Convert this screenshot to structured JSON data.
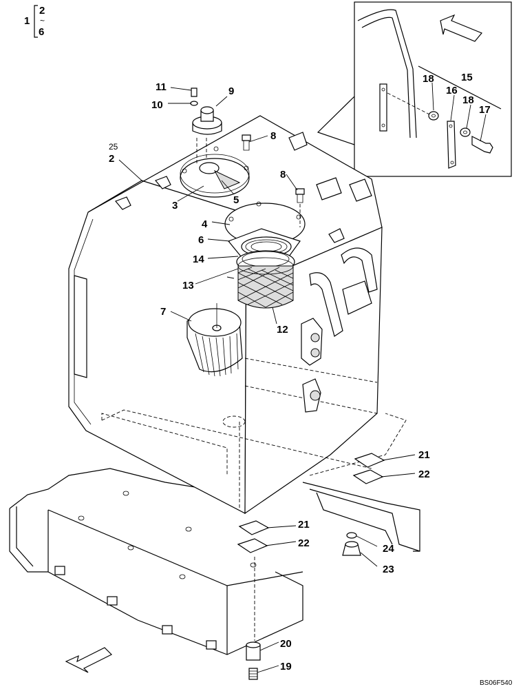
{
  "header": {
    "group_number": "1",
    "range_start": "2",
    "range_sep": "~",
    "range_end": "6"
  },
  "callouts": {
    "c25": "25",
    "c2": "2",
    "c3": "3",
    "c4": "4",
    "c5": "5",
    "c6": "6",
    "c7": "7",
    "c8a": "8",
    "c8b": "8",
    "c9": "9",
    "c10": "10",
    "c11": "11",
    "c12": "12",
    "c13": "13",
    "c14": "14",
    "c15": "15",
    "c16": "16",
    "c17": "17",
    "c18a": "18",
    "c18b": "18",
    "c19": "19",
    "c20": "20",
    "c21a": "21",
    "c21b": "21",
    "c22a": "22",
    "c22b": "22",
    "c23": "23",
    "c24": "24"
  },
  "drawing_code": "BS06F540"
}
